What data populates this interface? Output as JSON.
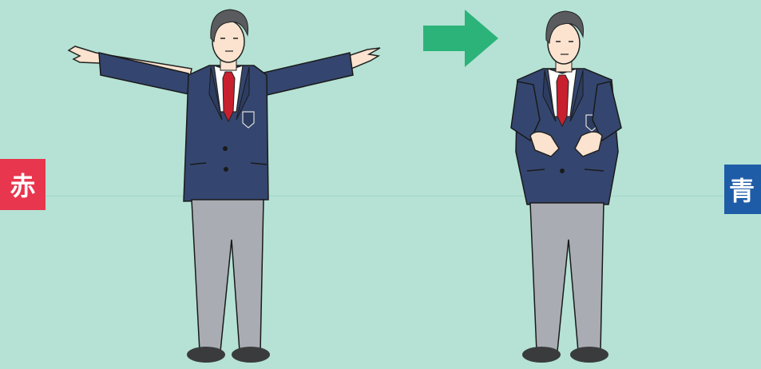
{
  "labels": {
    "red_flag_label": "赤",
    "blue_flag_label": "青"
  },
  "colors": {
    "background": "#b5e2d4",
    "red_badge": "#e8364e",
    "blue_badge": "#1f5ca8",
    "arrow": "#2bb37a",
    "blazer": "#34466f",
    "trousers": "#a9adb3",
    "tie": "#c8202e",
    "hair": "#5a5b5e",
    "skin": "#fbe3cf"
  },
  "icons": {
    "transition_arrow": "right-arrow-icon",
    "emblem": "school-crest-icon"
  },
  "figures": [
    {
      "pose": "arms-outstretched"
    },
    {
      "pose": "arms-lowered-in-front"
    }
  ]
}
